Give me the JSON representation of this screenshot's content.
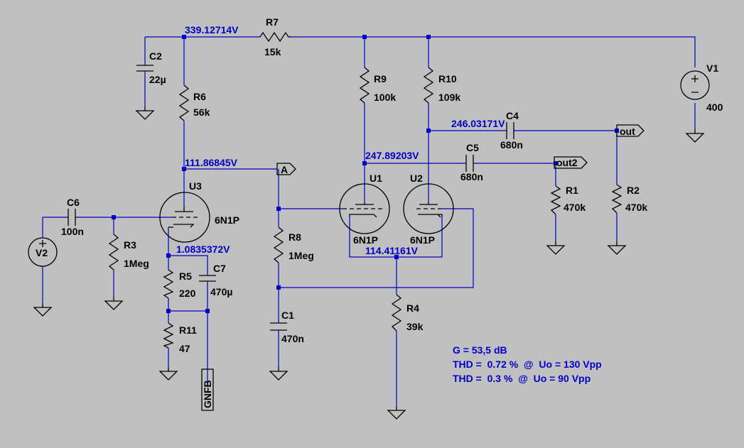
{
  "schematic": {
    "components": {
      "r7": {
        "ref": "R7",
        "value": "15k"
      },
      "c2": {
        "ref": "C2",
        "value": "22µ"
      },
      "r6": {
        "ref": "R6",
        "value": "56k"
      },
      "r9": {
        "ref": "R9",
        "value": "100k"
      },
      "r10": {
        "ref": "R10",
        "value": "109k"
      },
      "v1": {
        "ref": "V1",
        "value": "400"
      },
      "c4": {
        "ref": "C4",
        "value": "680n"
      },
      "c5": {
        "ref": "C5",
        "value": "680n"
      },
      "u3": {
        "ref": "U3",
        "value": "6N1P"
      },
      "u1": {
        "ref": "U1",
        "value": "6N1P"
      },
      "u2": {
        "ref": "U2",
        "value": "6N1P"
      },
      "c6": {
        "ref": "C6",
        "value": "100n"
      },
      "v2": {
        "ref": "V2",
        "value": ""
      },
      "r3": {
        "ref": "R3",
        "value": "1Meg"
      },
      "r8": {
        "ref": "R8",
        "value": "1Meg"
      },
      "r1": {
        "ref": "R1",
        "value": "470k"
      },
      "r2": {
        "ref": "R2",
        "value": "470k"
      },
      "r5": {
        "ref": "R5",
        "value": "220"
      },
      "c7": {
        "ref": "C7",
        "value": "470µ"
      },
      "r11": {
        "ref": "R11",
        "value": "47"
      },
      "c1": {
        "ref": "C1",
        "value": "470n"
      },
      "r4": {
        "ref": "R4",
        "value": "39k"
      }
    },
    "node_voltages": {
      "supply": "339.12714V",
      "u3_plate": "111.86845V",
      "u3_cathode": "1.0835372V",
      "u1_plate": "247.89203V",
      "u2_plate": "246.03171V",
      "cathodes": "114.41161V"
    },
    "net_labels": {
      "a": "A",
      "out": "out",
      "out2": "out2",
      "gnfb": "GNFB"
    },
    "notes": [
      "G = 53,5 dB",
      "THD =  0.72 %  @  Uo = 130 Vpp",
      "THD =  0.3 %  @  Uo = 90 Vpp"
    ],
    "colors": {
      "background": "#c0c0c0",
      "wire": "#0000c8",
      "component": "#000000"
    }
  }
}
